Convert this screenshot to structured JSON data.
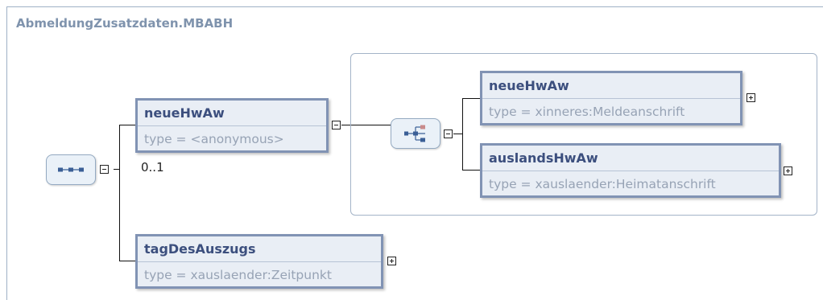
{
  "diagram": {
    "title": "AbmeldungZusatzdaten.MBABH",
    "root_sequence_icon": "sequence-compositor-icon",
    "choice_icon": "choice-compositor-icon",
    "elements": {
      "neueHwAw_outer": {
        "name": "neueHwAw",
        "type": "type = <anonymous>",
        "occurrence": "0..1"
      },
      "neueHwAw_inner": {
        "name": "neueHwAw",
        "type": "type = xinneres:Meldeanschrift"
      },
      "auslandsHwAw": {
        "name": "auslandsHwAw",
        "type": "type = xauslaender:Heimatanschrift"
      },
      "tagDesAuszugs": {
        "name": "tagDesAuszugs",
        "type": "type = xauslaender:Zeitpunkt"
      }
    },
    "colors": {
      "border": "#8193b4",
      "fill": "#e9eef5",
      "name_text": "#3c4f7e",
      "type_text": "#97a3b5"
    }
  }
}
